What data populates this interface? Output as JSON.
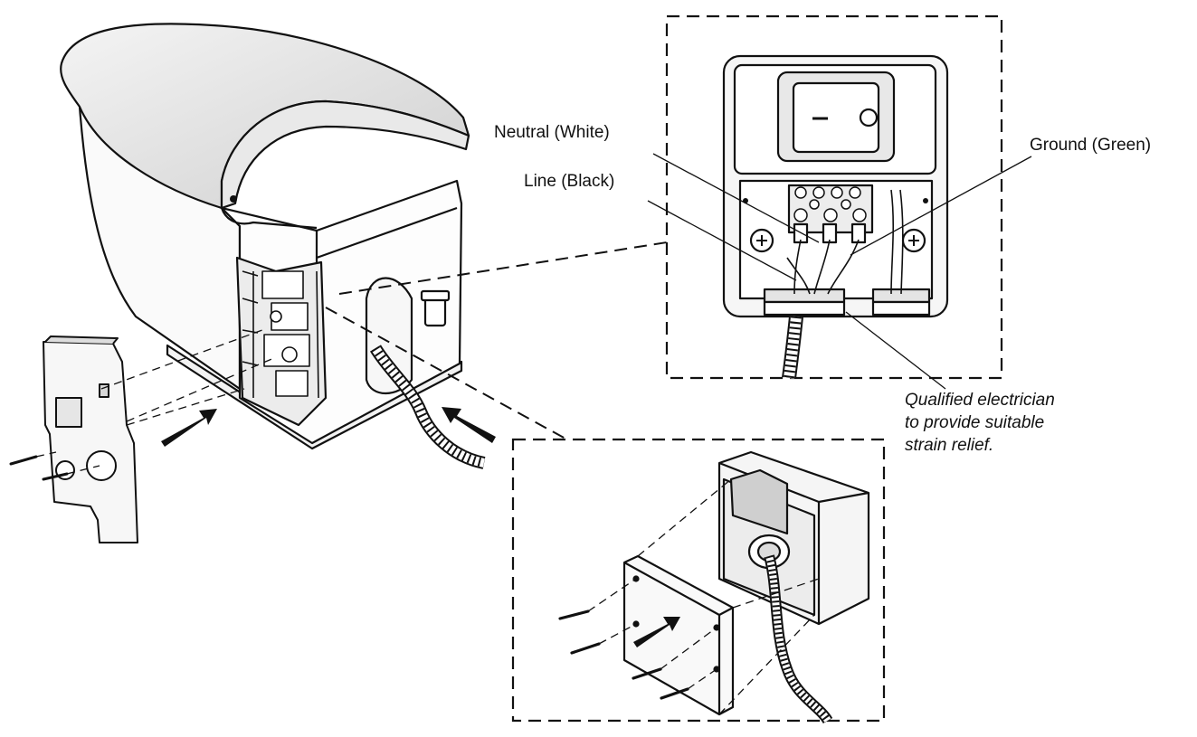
{
  "labels": {
    "neutral": "Neutral (White)",
    "line": "Line (Black)",
    "ground": "Ground (Green)"
  },
  "note": {
    "line1": "Qualified electrician",
    "line2": "to provide suitable",
    "line3": "strain relief."
  },
  "colors": {
    "stroke": "#111111",
    "paper": "#ffffff",
    "shade": "#d9d9d9"
  }
}
